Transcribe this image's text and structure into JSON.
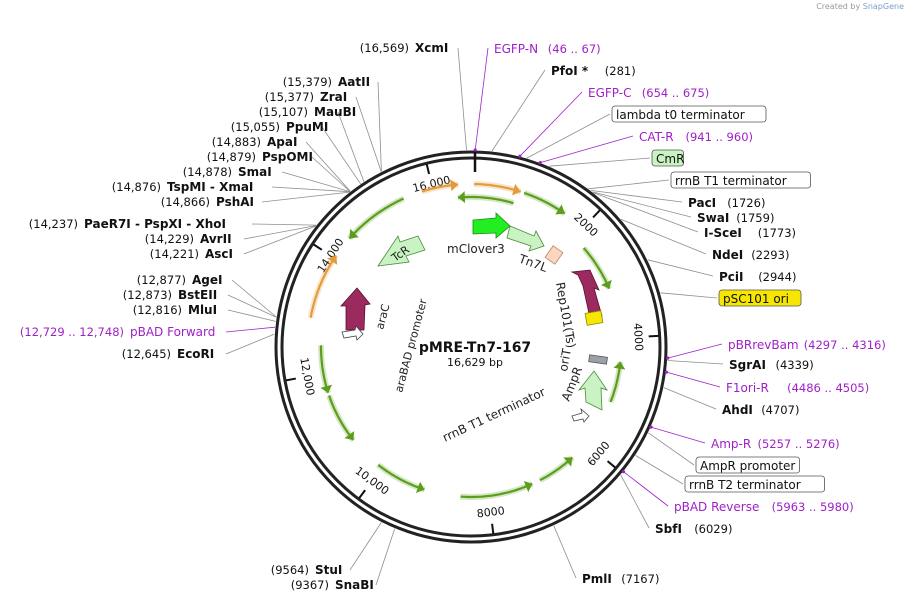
{
  "credit": {
    "prefix": "Created by",
    "brand": "SnapGene"
  },
  "plasmid": {
    "name": "pMRE-Tn7-167",
    "size_label": "16,629 bp",
    "length": 16629
  },
  "colors": {
    "enzyme_line": "#8e8e8e",
    "primer": "#a020c8",
    "green_arrow": "#5b9e1c",
    "orange_arrow": "#e59b3a",
    "feature_fill": "#c9f3c2",
    "rep_fill": "#9b2a5e",
    "ori_fill": "#f6e600",
    "mclover_fill": "#22ee22"
  },
  "ticks": [
    {
      "pos": 2000,
      "label": "2000"
    },
    {
      "pos": 4000,
      "label": "4000"
    },
    {
      "pos": 6000,
      "label": "6000"
    },
    {
      "pos": 8000,
      "label": "8000"
    },
    {
      "pos": 10000,
      "label": "10,000"
    },
    {
      "pos": 12000,
      "label": "12,000"
    },
    {
      "pos": 14000,
      "label": "14,000"
    },
    {
      "pos": 16000,
      "label": "16,000"
    }
  ],
  "left_labels": [
    {
      "pos": "(16,569)",
      "name": "XcmI",
      "site": 16569,
      "kind": "enzyme"
    },
    {
      "pos": "(15,379)",
      "name": "AatII",
      "site": 15379,
      "kind": "enzyme"
    },
    {
      "pos": "(15,377)",
      "name": "ZraI",
      "site": 15377,
      "kind": "enzyme"
    },
    {
      "pos": "(15,107)",
      "name": "MauBI",
      "site": 15107,
      "kind": "enzyme"
    },
    {
      "pos": "(15,055)",
      "name": "PpuMI",
      "site": 15055,
      "kind": "enzyme"
    },
    {
      "pos": "(14,883)",
      "name": "ApaI",
      "site": 14883,
      "kind": "enzyme"
    },
    {
      "pos": "(14,879)",
      "name": "PspOMI",
      "site": 14879,
      "kind": "enzyme"
    },
    {
      "pos": "(14,878)",
      "name": "SmaI",
      "site": 14878,
      "kind": "enzyme"
    },
    {
      "pos": "(14,876)",
      "name": "TspMI - XmaI",
      "site": 14876,
      "kind": "enzyme"
    },
    {
      "pos": "(14,866)",
      "name": "PshAI",
      "site": 14866,
      "kind": "enzyme"
    },
    {
      "pos": "(14,237)",
      "name": "PaeR7I - PspXI - XhoI",
      "site": 14237,
      "kind": "enzyme"
    },
    {
      "pos": "(14,229)",
      "name": "AvrII",
      "site": 14229,
      "kind": "enzyme"
    },
    {
      "pos": "(14,221)",
      "name": "AscI",
      "site": 14221,
      "kind": "enzyme"
    },
    {
      "pos": "(12,877)",
      "name": "AgeI",
      "site": 12877,
      "kind": "enzyme"
    },
    {
      "pos": "(12,873)",
      "name": "BstEII",
      "site": 12873,
      "kind": "enzyme"
    },
    {
      "pos": "(12,816)",
      "name": "MluI",
      "site": 12816,
      "kind": "enzyme"
    },
    {
      "pos": "(12,729 .. 12,748)",
      "name": "pBAD Forward",
      "site": 12738,
      "kind": "primer"
    },
    {
      "pos": "(12,645)",
      "name": "EcoRI",
      "site": 12645,
      "kind": "enzyme"
    },
    {
      "pos": "(9564)",
      "name": "StuI",
      "site": 9564,
      "kind": "enzyme"
    },
    {
      "pos": "(9367)",
      "name": "SnaBI",
      "site": 9367,
      "kind": "enzyme"
    }
  ],
  "right_labels": [
    {
      "name": "EGFP-N",
      "pos": "(46 .. 67)",
      "site": 56,
      "kind": "primer"
    },
    {
      "name": "PfoI *",
      "pos": "(281)",
      "site": 281,
      "kind": "enzyme"
    },
    {
      "name": "EGFP-C",
      "pos": "(654 .. 675)",
      "site": 664,
      "kind": "primer"
    },
    {
      "name": "lambda t0 terminator",
      "pos": "",
      "site": 760,
      "kind": "boxed"
    },
    {
      "name": "CAT-R",
      "pos": "(941 .. 960)",
      "site": 950,
      "kind": "primer"
    },
    {
      "name": "CmR",
      "pos": "",
      "site": 1080,
      "kind": "boxed_green"
    },
    {
      "name": "rrnB T1 terminator",
      "pos": "",
      "site": 1690,
      "kind": "boxed"
    },
    {
      "name": "PacI",
      "pos": "(1726)",
      "site": 1726,
      "kind": "enzyme"
    },
    {
      "name": "SwaI",
      "pos": "(1759)",
      "site": 1759,
      "kind": "enzyme"
    },
    {
      "name": "I-SceI",
      "pos": "(1773)",
      "site": 1773,
      "kind": "enzyme"
    },
    {
      "name": "NdeI",
      "pos": "(2293)",
      "site": 2293,
      "kind": "enzyme"
    },
    {
      "name": "PciI",
      "pos": "(2944)",
      "site": 2944,
      "kind": "enzyme"
    },
    {
      "name": "pSC101 ori",
      "pos": "",
      "site": 3420,
      "kind": "boxed_yellow"
    },
    {
      "name": "pBRrevBam",
      "pos": "(4297 .. 4316)",
      "site": 4306,
      "kind": "primer"
    },
    {
      "name": "SgrAI",
      "pos": "(4339)",
      "site": 4339,
      "kind": "enzyme"
    },
    {
      "name": "F1ori-R",
      "pos": "(4486 .. 4505)",
      "site": 4495,
      "kind": "primer"
    },
    {
      "name": "AhdI",
      "pos": "(4707)",
      "site": 4707,
      "kind": "enzyme"
    },
    {
      "name": "Amp-R",
      "pos": "(5257 .. 5276)",
      "site": 5266,
      "kind": "primer"
    },
    {
      "name": "AmpR promoter",
      "pos": "",
      "site": 5350,
      "kind": "boxed"
    },
    {
      "name": "rrnB T2 terminator",
      "pos": "",
      "site": 5700,
      "kind": "boxed"
    },
    {
      "name": "pBAD Reverse",
      "pos": "(5963 .. 5980)",
      "site": 5971,
      "kind": "primer"
    },
    {
      "name": "SbfI",
      "pos": "(6029)",
      "site": 6029,
      "kind": "enzyme"
    },
    {
      "name": "PmlI",
      "pos": "(7167)",
      "site": 7167,
      "kind": "enzyme"
    }
  ],
  "inner_labels": {
    "mclover": "mClover3",
    "tn7l": "Tn7L",
    "tcr": "TcR",
    "arac": "araC",
    "arabad": "araBAD promoter",
    "rep": "Rep101(Ts)",
    "orit": "oriT",
    "ampr": "AmpR",
    "rrnb": "rrnB T1 terminator"
  },
  "feature_arcs": [
    {
      "name": "lambda t0 arc",
      "start": 50,
      "end": 820,
      "dir": 1,
      "color": "orange"
    },
    {
      "name": "green arc top",
      "start": 880,
      "end": 1620,
      "dir": 1,
      "color": "green"
    },
    {
      "name": "green arc inner top",
      "start": 16400,
      "end": 760,
      "dir": -1,
      "color": "green",
      "ring": 2
    },
    {
      "name": "orange arc 16k",
      "start": 15820,
      "end": 16420,
      "dir": 1,
      "color": "orange"
    },
    {
      "name": "green arc 15k",
      "start": 14400,
      "end": 15500,
      "dir": -1,
      "color": "green"
    },
    {
      "name": "orange arc 13.5k",
      "start": 12950,
      "end": 14050,
      "dir": 1,
      "color": "orange"
    },
    {
      "name": "green arc 12k",
      "start": 11650,
      "end": 12500,
      "dir": -1,
      "color": "green",
      "ring": 2
    },
    {
      "name": "green arc 11k",
      "start": 10700,
      "end": 11600,
      "dir": -1,
      "color": "green",
      "ring": 2
    },
    {
      "name": "green arc 9.5k",
      "start": 9150,
      "end": 10080,
      "dir": -1,
      "color": "green",
      "ring": 2
    },
    {
      "name": "green arc 7.5k",
      "start": 7200,
      "end": 8500,
      "dir": -1,
      "color": "green",
      "ring": 2
    },
    {
      "name": "green arc 6.3k",
      "start": 6350,
      "end": 7050,
      "dir": -1,
      "color": "green",
      "ring": 2
    },
    {
      "name": "green arc 4.5k",
      "start": 4420,
      "end": 5150,
      "dir": -1,
      "color": "green",
      "ring": 2
    },
    {
      "name": "green arc 2.8k",
      "start": 2250,
      "end": 3100,
      "dir": 1,
      "color": "green",
      "ring": 2
    }
  ]
}
